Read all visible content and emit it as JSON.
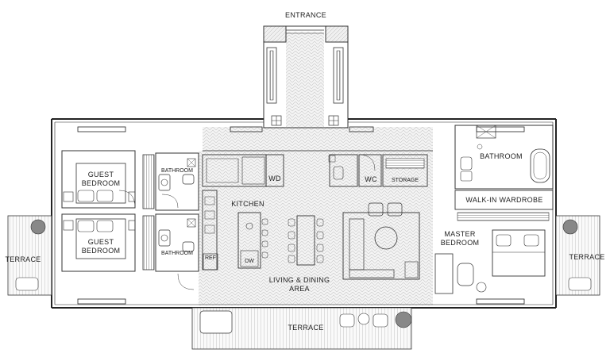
{
  "plan": {
    "labels": {
      "entrance": "ENTRANCE",
      "guest_bedroom_1": "GUEST\nBEDROOM",
      "guest_bedroom_2": "GUEST\nBEDROOM",
      "bathroom_1": "BATHROOM",
      "bathroom_2": "BATHROOM",
      "kitchen": "KITCHEN",
      "wd": "WD",
      "wc": "WC",
      "storage": "STORAGE",
      "bathroom_master": "BATHROOM",
      "walk_in_wardrobe": "WALK-IN WARDROBE",
      "master_bedroom": "MASTER\nBEDROOM",
      "ref": "REF",
      "dw": "DW",
      "living_dining": "LIVING & DINING\nAREA",
      "terrace_left": "TERRACE",
      "terrace_right": "TERRACE",
      "terrace_bottom": "TERRACE"
    }
  }
}
